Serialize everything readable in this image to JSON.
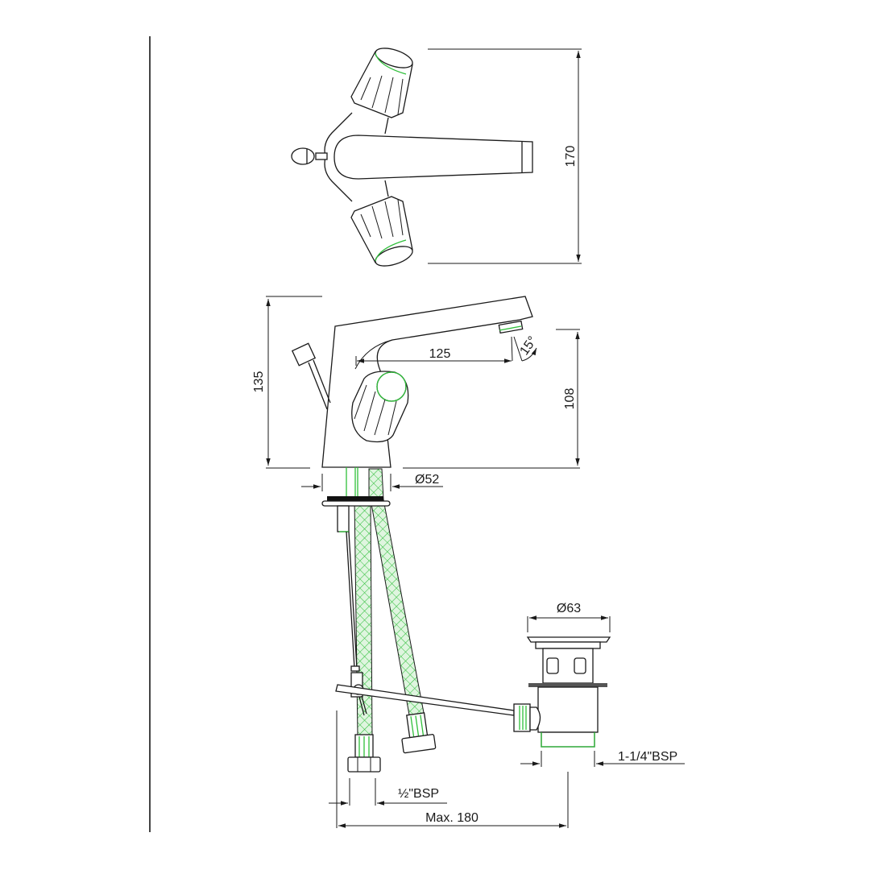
{
  "drawing": {
    "title": "Basin mixer technical drawing",
    "views": [
      "top-view",
      "side-view",
      "under-basin-fittings",
      "pop-up-waste"
    ],
    "colors": {
      "line": "#1a1a1a",
      "accent_green": "#2fbf3a",
      "hose_fill": "#dff5df",
      "background": "#ffffff"
    }
  },
  "dimensions": {
    "top_depth": "170",
    "overall_height": "135",
    "spout_height": "108",
    "spout_reach": "125",
    "spout_angle": "15°",
    "base_diameter": "Ø52",
    "waste_diameter": "Ø63",
    "waste_thread": "1-1/4\"BSP",
    "hose_thread": "½\"BSP",
    "max_distance": "Max. 180"
  }
}
